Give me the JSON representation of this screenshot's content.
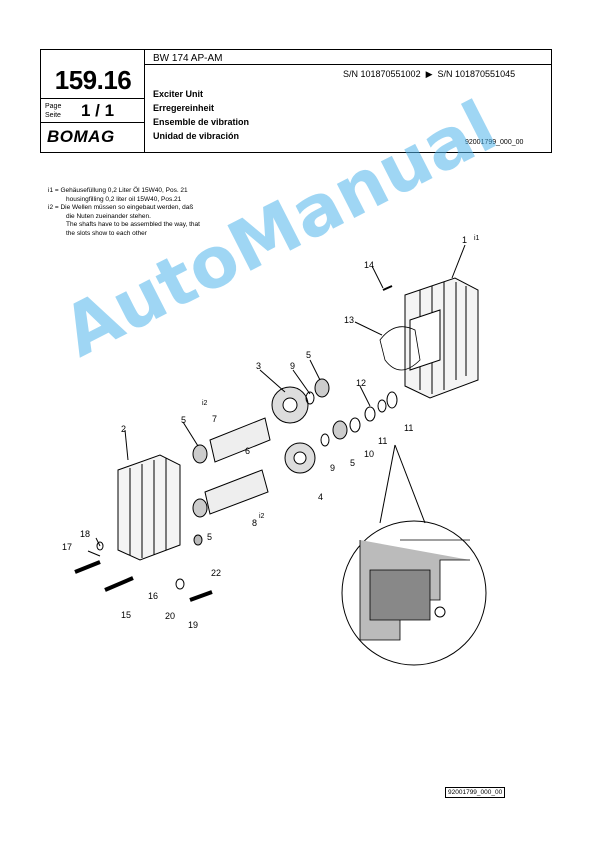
{
  "header": {
    "model": "BW 174 AP-AM",
    "page_number": "159.16",
    "page_label_de": "Page",
    "page_label_en": "Seite",
    "page_value": "1 / 1",
    "brand": "BOMAG",
    "serial_from": "S/N 101870551002",
    "serial_to": "S/N 101870551045",
    "title_en": "Exciter Unit",
    "title_de": "Erregereinheit",
    "title_fr": "Ensemble de vibration",
    "title_es": "Unidad de vibración",
    "drawing_code": "92001799_000_00"
  },
  "notes": {
    "n1": "i1 = Gehäusefüllung 0,2 Liter Öl 15W40, Pos. 21",
    "n1b": "housingfilling 0,2 liter oil 15W40, Pos.21",
    "n2": "i2 = Die Wellen müssen so eingebaut werden, daß",
    "n2b": "die Nuten zueinander stehen.",
    "n2c": "The shafts have to be assembled the way, that",
    "n2d": "the slots show to each other"
  },
  "callouts": {
    "c1": "1",
    "c1i": "i1",
    "c2": "2",
    "c3": "3",
    "c4": "4",
    "c5a": "5",
    "c5b": "5",
    "c5c": "5",
    "c5d": "5",
    "c6": "6",
    "c7": "7",
    "c7i": "i2",
    "c8": "8",
    "c8i": "i2",
    "c9a": "9",
    "c9b": "9",
    "c10": "10",
    "c11a": "11",
    "c11b": "11",
    "c12": "12",
    "c13": "13",
    "c14": "14",
    "c15": "15",
    "c16": "16",
    "c17": "17",
    "c18": "18",
    "c19": "19",
    "c20": "20",
    "c22": "22"
  },
  "watermark": "AutoManual",
  "footer_code": "92001799_000_00"
}
